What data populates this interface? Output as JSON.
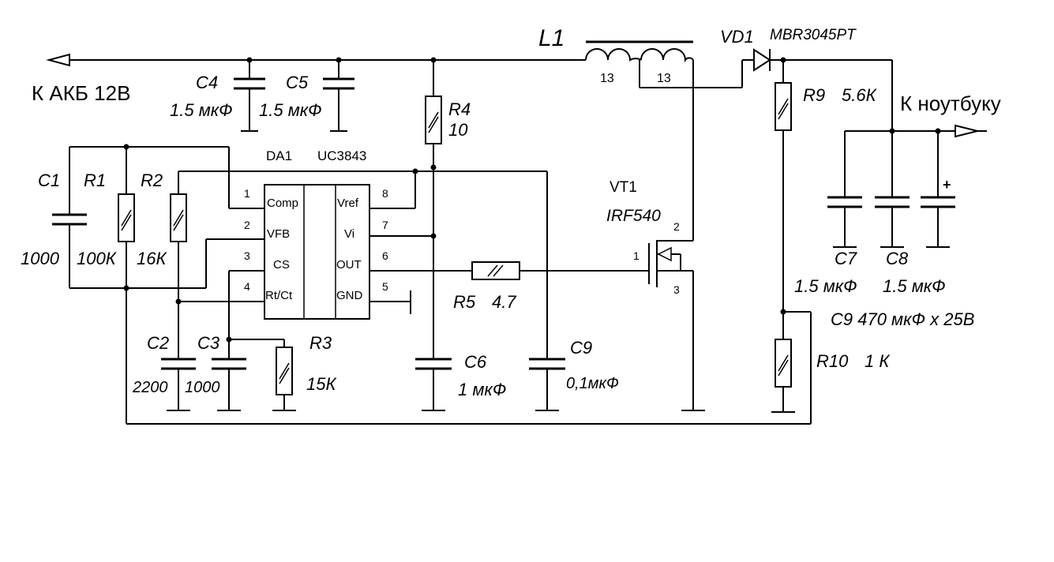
{
  "labels": {
    "battery": "К АКБ 12В",
    "laptop": "К ноутбуку",
    "L1": "L1",
    "L1_turns_a": "13",
    "L1_turns_b": "13",
    "VD1": "VD1",
    "VD1_part": "MBR3045PT",
    "C4": "C4",
    "C4_val": "1.5 мкФ",
    "C5": "C5",
    "C5_val": "1.5 мкФ",
    "R4": "R4",
    "R4_val": "10",
    "DA1": "DA1",
    "DA1_part": "UC3843",
    "C1": "C1",
    "C1_val": "1000",
    "R1": "R1",
    "R1_val": "100К",
    "R2": "R2",
    "R2_val": "16К",
    "C2": "C2",
    "C2_val": "2200",
    "C3": "C3",
    "C3_val": "1000",
    "R3": "R3",
    "R3_val": "15К",
    "R5": "R5",
    "R5_val": "4.7",
    "C6": "C6",
    "C6_val": "1 мкФ",
    "C9": "C9",
    "C9_val": "0,1мкФ",
    "VT1": "VT1",
    "VT1_part": "IRF540",
    "VT1_pin1": "1",
    "VT1_pin2": "2",
    "VT1_pin3": "3",
    "R9": "R9",
    "R9_val": "5.6К",
    "C7": "C7",
    "C8": "C8",
    "C7_val": "1.5 мкФ",
    "C8_val": "1.5 мкФ",
    "C9_out": "C9  470 мкФ х 25В",
    "R10": "R10",
    "R10_val": "1 К",
    "plus": "+"
  },
  "ic_pins": {
    "p1": "1",
    "p2": "2",
    "p3": "3",
    "p4": "4",
    "p5": "5",
    "p6": "6",
    "p7": "7",
    "p8": "8",
    "comp": "Comp",
    "vfb": "VFB",
    "cs": "CS",
    "rtct": "Rt/Ct",
    "vref": "Vref",
    "vi": "Vi",
    "out": "OUT",
    "gnd": "GND"
  }
}
